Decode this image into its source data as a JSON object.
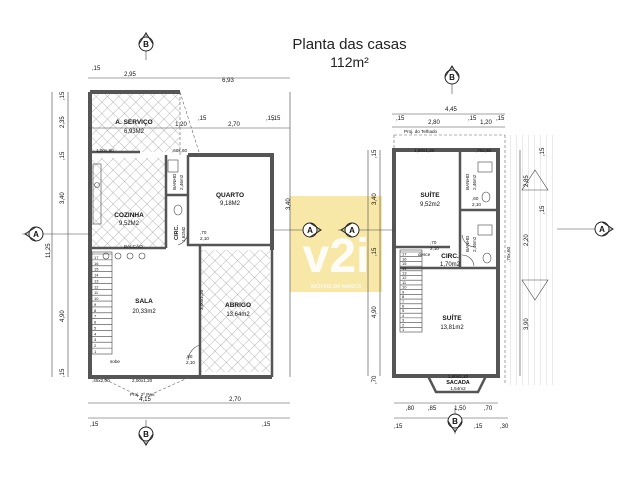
{
  "title": {
    "line1": "Planta das casas",
    "line2": "112m²"
  },
  "watermark": {
    "logo": "v2i",
    "caption": "IMÓVEIS EM MARICÁ"
  },
  "section_marks": {
    "a": "A",
    "b": "B"
  },
  "ground_floor": {
    "rooms": [
      {
        "name": "A. SERVIÇO",
        "area": "6,93M2"
      },
      {
        "name": "COZINHA",
        "area": "9,52M2"
      },
      {
        "name": "QUARTO",
        "area": "9,18M2"
      },
      {
        "name": "SALA",
        "area": "20,33m2"
      },
      {
        "name": "ABRIGO",
        "area": "13,64m2"
      },
      {
        "name": "BANHO",
        "area": "2,46m2"
      },
      {
        "name": "CIRC.",
        "area": "1,62M2"
      }
    ],
    "labels": {
      "balcao": "BALCÃO",
      "sobe": "sobe",
      "proj": "Proj. 2º Pav."
    },
    "dims_top": [
      "2,95",
      "6,93",
      "1,20",
      "2,70",
      ",15",
      ",15",
      ",15"
    ],
    "dims_left": [
      "2,35",
      "3,40",
      "11,25",
      "4,90",
      ",15",
      ",15",
      ",15"
    ],
    "dims_bottom": [
      "4,15",
      "2,70",
      ",15",
      ",15"
    ],
    "openings": [
      ",60x,60",
      "1,00x,80",
      "2,00x1,20",
      ",45x2,00",
      ",70",
      "2,10",
      ",80",
      "2,10",
      "3,00x1,20",
      "3,40",
      ",15"
    ],
    "steps": [
      "1",
      "2",
      "3",
      "4",
      "5",
      "6",
      "7",
      "8",
      "9",
      "10",
      "11",
      "12",
      "13",
      "14",
      "15",
      "16",
      "17"
    ]
  },
  "upper_floor": {
    "rooms": [
      {
        "name": "SUÍTE",
        "area": "9,52m2"
      },
      {
        "name": "SUÍTE",
        "area": "13,81m2"
      },
      {
        "name": "BANHO",
        "area": "2,46m2"
      },
      {
        "name": "BANHO",
        "area": "2,46m2"
      },
      {
        "name": "CIRC.",
        "area": "1,70m2"
      },
      {
        "name": "SACADA",
        "area": "1,54m2"
      }
    ],
    "labels": {
      "proj": "Proj. do Telhado",
      "desce": "desce",
      "sacada_dim": "1,60x2,10"
    },
    "dims_top": [
      "4,45",
      "2,80",
      "1,20",
      ",15",
      ",15",
      ",15"
    ],
    "dims_left": [
      "3,40",
      "4,90",
      ",15",
      ",70",
      ",15"
    ],
    "dims_bottom": [
      ",80",
      ",85",
      "1,50",
      ",70",
      ",15",
      ",15",
      ",30"
    ],
    "openings": [
      "1,50x1,20",
      ",70x,60",
      ",70x,60",
      ",70",
      "2,10",
      ",60",
      "2,10"
    ],
    "roof_dims": [
      "2,85",
      "2,20",
      "3,90",
      ",15",
      ",15"
    ],
    "steps": [
      "1",
      "2",
      "3",
      "4",
      "5",
      "6",
      "7",
      "8",
      "9",
      "10",
      "11",
      "12",
      "13",
      "14",
      "15",
      "16",
      "17"
    ]
  }
}
